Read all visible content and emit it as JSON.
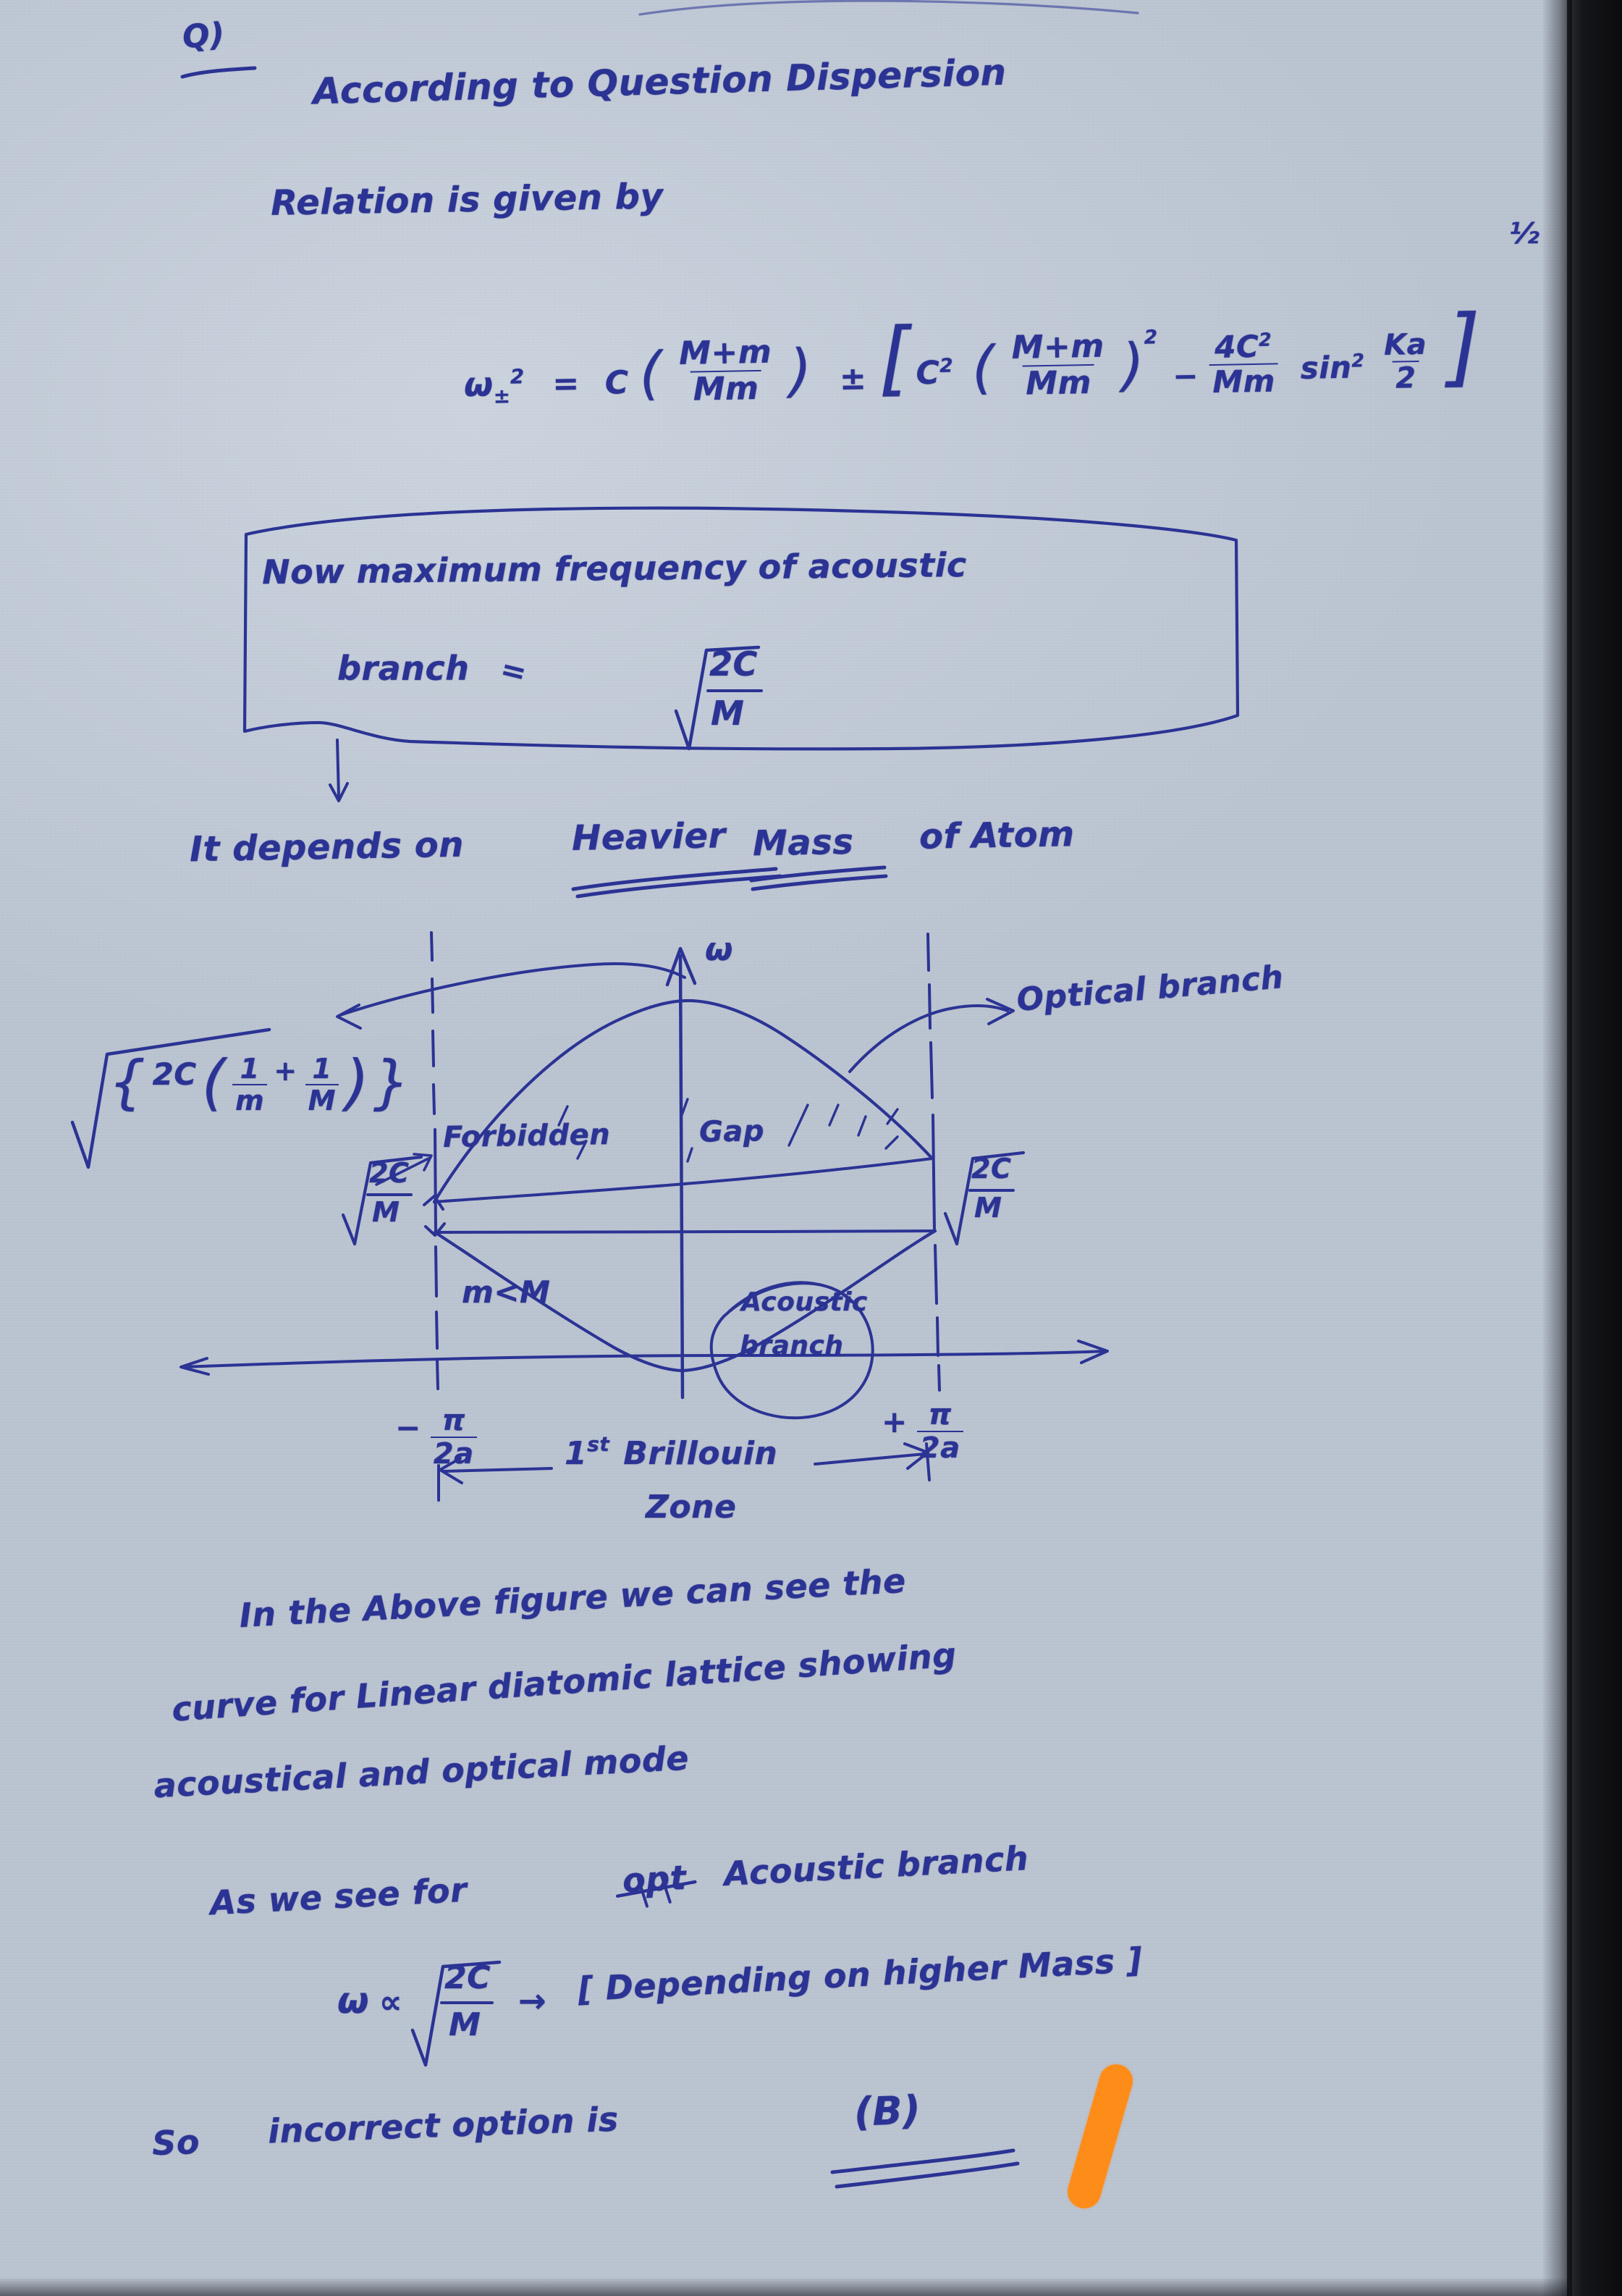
{
  "document": {
    "kind": "handwritten-solution",
    "ink_color": "#2b3394",
    "paper_color": "#c4cdd9",
    "highlight_color": "#fd8c18"
  },
  "header": {
    "question_marker": "Q)",
    "line1": "According to Question    Dispersion",
    "line2": "Relation  is  given  by"
  },
  "main_equation": {
    "exponent_half": "½",
    "lhs_symbol": "ω",
    "lhs_sub": "±",
    "lhs_sup": "2",
    "equals": "=",
    "term1_coeff": "C",
    "term1_num": "M+m",
    "term1_den": "Mm",
    "plus_minus": "±",
    "bracket_open": "[",
    "term2_coeff": "C",
    "term2_coeff_sup": "2",
    "term2_num": "M+m",
    "term2_den": "Mm",
    "term2_sup": "2",
    "minus": "−",
    "term3_num": "4C",
    "term3_num_sup": "2",
    "term3_den": "Mm",
    "sin_text": "sin",
    "sin_sup": "2",
    "sin_arg_num": "Ka",
    "sin_arg_den": "2",
    "bracket_close": "]"
  },
  "boxed_note": {
    "line1": "Now maximum  frequency of  acoustic",
    "line2_label": "branch",
    "line2_arrow": "=",
    "line2_sqrt_num": "2C",
    "line2_sqrt_den": "M"
  },
  "emphasis_line": {
    "prefix": "It depends on",
    "word1": "Heavier",
    "word2": "Mass",
    "suffix": "of  Atom"
  },
  "diagram": {
    "y_axis_label": "ω",
    "left_label_sqrt": "{2C(1/m + 1/M)}",
    "left_label_parts": {
      "coeff": "2C",
      "frac1_num": "1",
      "frac1_den": "m",
      "plus": "+",
      "frac2_num": "1",
      "frac2_den": "M"
    },
    "left_gap_label": {
      "num": "2C",
      "den": "M"
    },
    "right_gap_label": {
      "num": "2C",
      "den": "M"
    },
    "forbidden_text": "Forbidden",
    "gap_text": "Gap",
    "mass_condition": "m<M",
    "acoustic_label_line1": "Acoustic",
    "acoustic_label_line2": "branch",
    "optical_label": "Optical  branch",
    "x_left_tick": {
      "sign": "−",
      "num": "π",
      "den": "2a"
    },
    "x_right_tick": {
      "sign": "+",
      "num": "π",
      "den": "2a"
    },
    "zone_label_prefix": "1",
    "zone_label_sup": "st",
    "zone_label_main": "Brillouin",
    "zone_label_second": "Zone"
  },
  "conclusion": {
    "para_line1": "In the  Above  figure  we   can see  the",
    "para_line2": "curve  for Linear  diatomic   lattice  showing",
    "para_line3": "acoustical  and    optical   mode",
    "line4_a": "As  we  see    for",
    "line4_struck": "opt",
    "line4_b": "Acoustic  branch",
    "line5_omega": "ω",
    "line5_prop": "∝",
    "line5_sqrt_num": "2C",
    "line5_sqrt_den": "M",
    "line5_arrow": "→",
    "line5_bracket": "[ Depending on higher Mass ]",
    "line6_prefix": "So",
    "line6_text": "incorrect  option  is",
    "line6_answer": "(B)"
  }
}
